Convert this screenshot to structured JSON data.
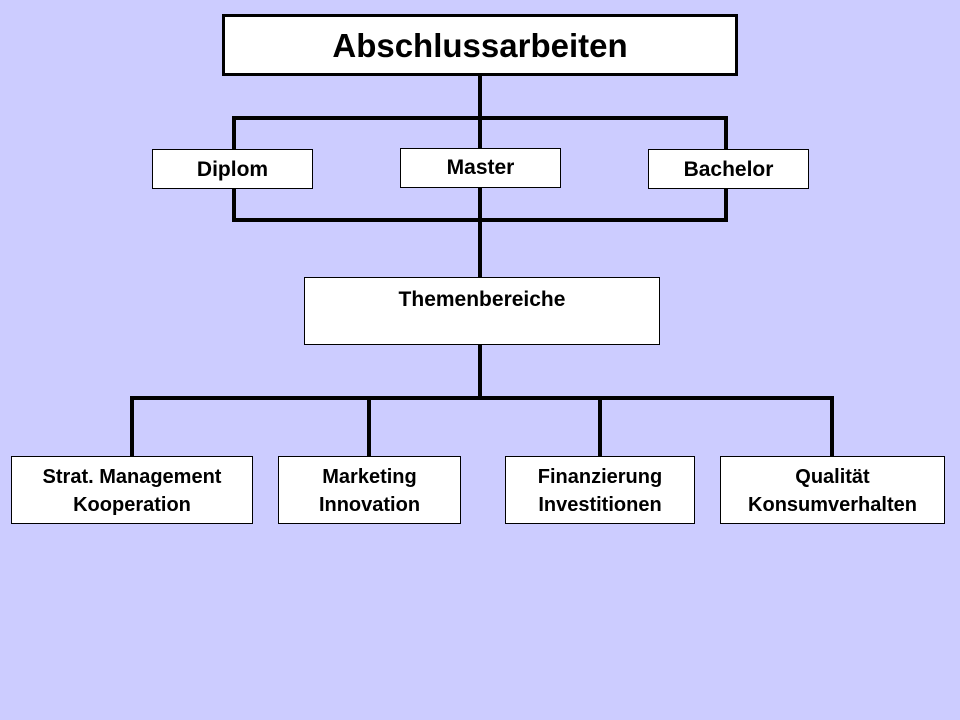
{
  "background_color": "#ccccff",
  "line_color": "#000000",
  "box_color": "#ffffff",
  "title": "Abschlussarbeiten",
  "degrees": [
    "Diplom",
    "Master",
    "Bachelor"
  ],
  "middle": "Themenbereiche",
  "topics": [
    {
      "line1": "Strat. Management",
      "line2": "Kooperation"
    },
    {
      "line1": "Marketing",
      "line2": "Innovation"
    },
    {
      "line1": "Finanzierung",
      "line2": "Investitionen"
    },
    {
      "line1": "Qualität",
      "line2": "Konsumverhalten"
    }
  ]
}
